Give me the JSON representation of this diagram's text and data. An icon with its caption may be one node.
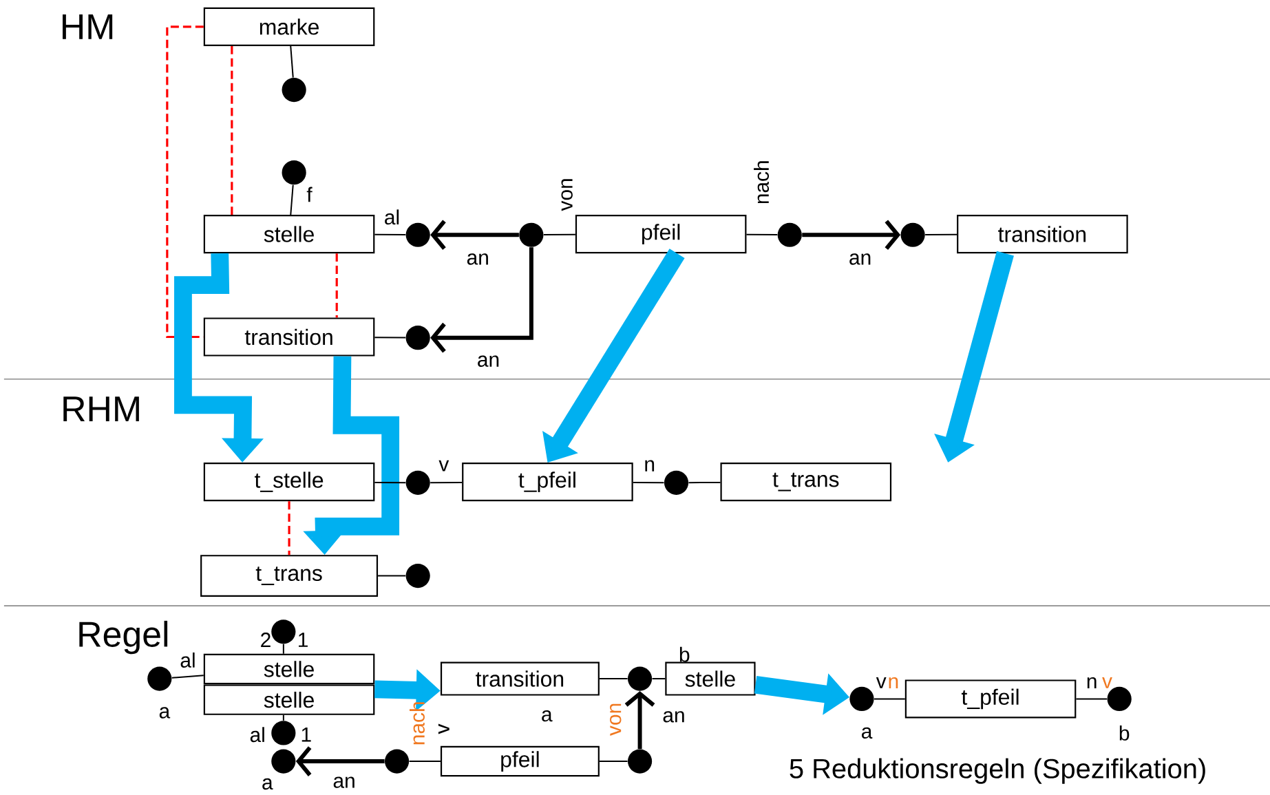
{
  "diagram": {
    "nodes": [
      {
        "text": [
          "marke"
        ]
      },
      {
        "text": [],
        "shape": "circle"
      },
      {
        "text": [],
        "shape": "circle"
      },
      {
        "text": [
          "stelle"
        ]
      },
      {
        "text": [
          "transition"
        ]
      },
      {
        "text": [],
        "shape": "circle"
      },
      {
        "text": [],
        "shape": "circle"
      },
      {
        "text": [
          "pfeil"
        ]
      },
      {
        "text": [],
        "shape": "circle"
      },
      {
        "text": [],
        "shape": "circle"
      },
      {
        "text": [
          "transition"
        ]
      },
      {
        "text": [],
        "shape": "circle"
      },
      {
        "text": [
          "t_stelle"
        ]
      },
      {
        "text": [],
        "shape": "circle"
      },
      {
        "text": [
          "t_pfeil"
        ]
      },
      {
        "text": [],
        "shape": "circle"
      },
      {
        "text": [
          "t_trans"
        ]
      },
      {
        "text": [
          "t_trans"
        ]
      },
      {
        "text": [],
        "shape": "circle"
      },
      {
        "text": [],
        "shape": "circle"
      },
      {
        "text": [
          "stelle"
        ]
      },
      {
        "text": [
          "stelle"
        ]
      },
      {
        "text": [],
        "shape": "circle"
      },
      {
        "text": [],
        "shape": "circle"
      },
      {
        "text": [],
        "shape": "circle"
      },
      {
        "text": [],
        "shape": "circle"
      },
      {
        "text": [
          "pfeil"
        ]
      },
      {
        "text": [],
        "shape": "circle"
      },
      {
        "text": [],
        "shape": "circle"
      },
      {
        "text": [
          "transition"
        ]
      },
      {
        "text": [
          "stelle"
        ]
      },
      {
        "text": [],
        "shape": "circle"
      },
      {
        "text": [
          "t_pfeil"
        ]
      },
      {
        "text": [],
        "shape": "circle"
      }
    ],
    "edges": [
      {
        "from": 0,
        "to": 1,
        "arrow": "none"
      },
      {
        "from": 2,
        "to": 3,
        "arrow": "none",
        "label": "f"
      },
      {
        "from": 3,
        "to": 5,
        "arrow": "none",
        "label": "al"
      },
      {
        "from": 6,
        "to": 5,
        "arrow": "to",
        "style": "thick",
        "label": "an"
      },
      {
        "from": 6,
        "to": 11,
        "arrow": "to",
        "style": "thick",
        "label": "an"
      },
      {
        "from": 6,
        "to": 7,
        "arrow": "none",
        "label": "von"
      },
      {
        "from": 7,
        "to": 8,
        "arrow": "none",
        "label": "nach"
      },
      {
        "from": 8,
        "to": 9,
        "arrow": "to",
        "style": "thick",
        "label": "an"
      },
      {
        "from": 9,
        "to": 10,
        "arrow": "none"
      },
      {
        "from": 4,
        "to": 11,
        "arrow": "none"
      },
      {
        "from": 0,
        "to": 3,
        "arrow": "none",
        "style": "dashed",
        "color": "#ff0000"
      },
      {
        "from": 0,
        "to": 4,
        "arrow": "none",
        "style": "dashed",
        "color": "#ff0000"
      },
      {
        "from": 3,
        "to": 4,
        "arrow": "none",
        "style": "dashed",
        "color": "#ff0000"
      },
      {
        "from": 3,
        "to": 12,
        "arrow": "to",
        "style": "thick",
        "color": "#00b0f0"
      },
      {
        "from": 4,
        "to": 17,
        "arrow": "to",
        "style": "thick",
        "color": "#00b0f0"
      },
      {
        "from": 7,
        "to": 14,
        "arrow": "to",
        "style": "thick",
        "color": "#00b0f0"
      },
      {
        "from": 10,
        "to": 16,
        "arrow": "to",
        "style": "thick",
        "color": "#00b0f0"
      },
      {
        "from": 12,
        "to": 13,
        "arrow": "none"
      },
      {
        "from": 13,
        "to": 14,
        "arrow": "none",
        "label": "v"
      },
      {
        "from": 14,
        "to": 15,
        "arrow": "none",
        "label": "n"
      },
      {
        "from": 15,
        "to": 16,
        "arrow": "none"
      },
      {
        "from": 12,
        "to": 17,
        "arrow": "none",
        "style": "dashed",
        "color": "#ff0000"
      },
      {
        "from": 17,
        "to": 18,
        "arrow": "none"
      },
      {
        "from": 19,
        "to": 20,
        "arrow": "none",
        "label": "al"
      },
      {
        "from": 22,
        "to": 20,
        "arrow": "none"
      },
      {
        "from": 21,
        "to": 23,
        "arrow": "none"
      },
      {
        "from": 25,
        "to": 24,
        "arrow": "to",
        "style": "thick",
        "label": "an"
      },
      {
        "from": 25,
        "to": 26,
        "arrow": "none"
      },
      {
        "from": 26,
        "to": 27,
        "arrow": "none"
      },
      {
        "from": 27,
        "to": 28,
        "arrow": "to",
        "style": "thick",
        "label": "an"
      },
      {
        "from": 29,
        "to": 28,
        "arrow": "none"
      },
      {
        "from": 28,
        "to": 30,
        "arrow": "none"
      },
      {
        "from": 21,
        "to": 29,
        "arrow": "to",
        "style": "thick",
        "color": "#00b0f0"
      },
      {
        "from": 30,
        "to": 31,
        "arrow": "to",
        "style": "thick",
        "color": "#00b0f0"
      },
      {
        "from": 31,
        "to": 32,
        "arrow": "none",
        "label": "v"
      },
      {
        "from": 32,
        "to": 33,
        "arrow": "none",
        "label": "n"
      }
    ],
    "labels": [
      "HM",
      "RHM",
      "Regel",
      "2",
      "1",
      "a",
      "al",
      "1",
      "a",
      "nach",
      "v",
      "a",
      "von",
      "b",
      "5 Reduktionsregeln (Spezifikation)",
      "n",
      "a",
      "v",
      "b"
    ]
  }
}
